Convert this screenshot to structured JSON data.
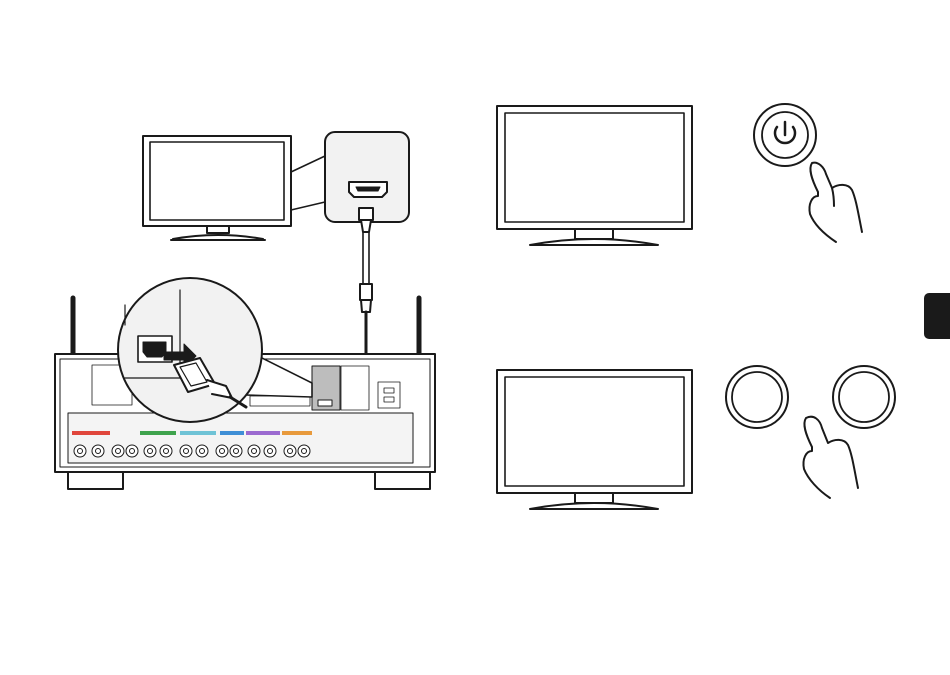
{
  "diagram": {
    "title": "",
    "panels": [
      {
        "id": "connection",
        "description": ""
      },
      {
        "id": "power-on",
        "description": ""
      },
      {
        "id": "select-input",
        "description": ""
      }
    ]
  },
  "colors": {
    "line": "#1a1a1a",
    "panel_gray": "#f2f2f2",
    "side_tab": "#1a1a1a",
    "terminal_red": "#e0463c",
    "terminal_green": "#3fa34d",
    "terminal_blue": "#3f8fd6",
    "terminal_purple": "#9b6ad0",
    "terminal_orange": "#e89a3c",
    "terminal_cyan": "#6fc3d6"
  },
  "icons": [
    "tv-icon",
    "hdmi-port-icon",
    "hdmi-cable-icon",
    "av-receiver-icon",
    "power-button-icon",
    "finger-press-icon",
    "round-button-icon"
  ]
}
